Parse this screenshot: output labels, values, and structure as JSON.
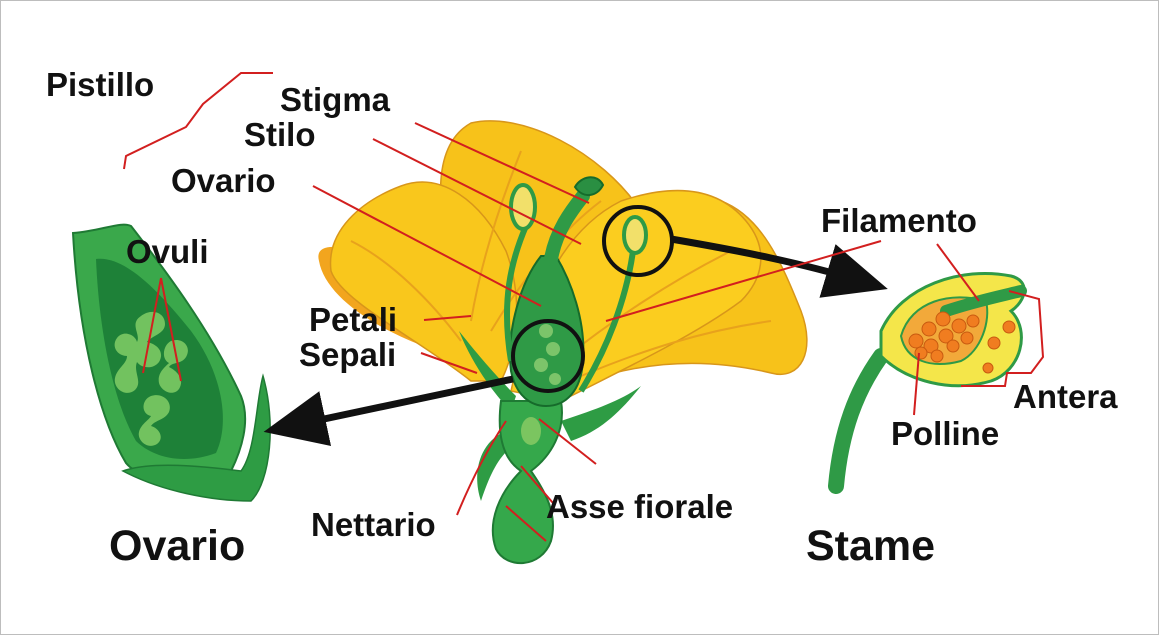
{
  "labels": {
    "pistillo": "Pistillo",
    "stigma": "Stigma",
    "stilo": "Stilo",
    "ovario_top": "Ovario",
    "ovuli": "Ovuli",
    "petali": "Petali",
    "sepali": "Sepali",
    "nettario": "Nettario",
    "asse_fiorale": "Asse fiorale",
    "filamento": "Filamento",
    "antera": "Antera",
    "polline": "Polline"
  },
  "titles": {
    "ovario": "Ovario",
    "stame": "Stame"
  },
  "colors": {
    "leader_line": "#d21f1f",
    "petal_yellow": "#f7c21a",
    "petal_orange": "#f0a020",
    "green_dark": "#1f8a3b",
    "green_light": "#3fae4a",
    "pollen": "#f07d20",
    "arrow": "#111111"
  }
}
